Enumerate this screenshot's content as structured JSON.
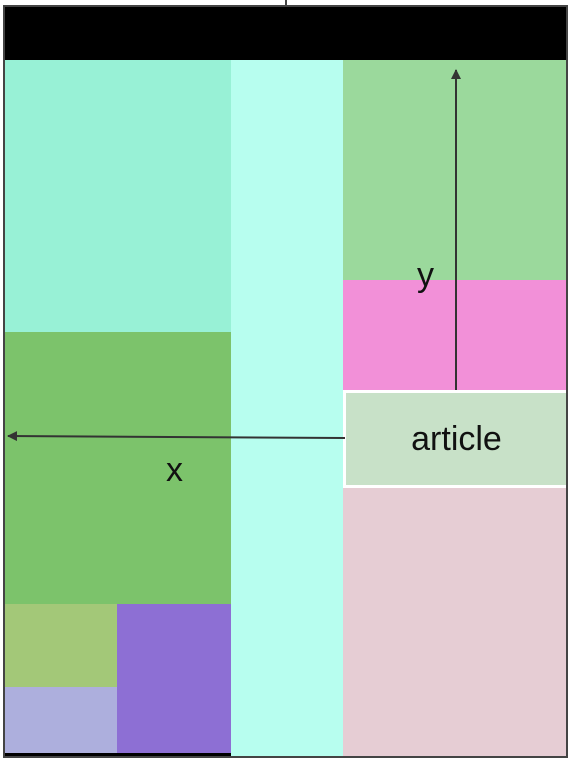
{
  "diagram": {
    "box_label": "article",
    "x_axis_label": "x",
    "y_axis_label": "y"
  },
  "colors": {
    "header_bar": "#000000",
    "mint": "#98f1d6",
    "cyan": "#b7feef",
    "green": "#7cc36b",
    "olive": "#a3c878",
    "lavender": "#adafdd",
    "purple": "#8d6fd4",
    "right_green": "#9bd99c",
    "pink": "#f290d8",
    "article": "#c8e1c8",
    "rose": "#e6cdd4",
    "arrow": "#333333"
  }
}
